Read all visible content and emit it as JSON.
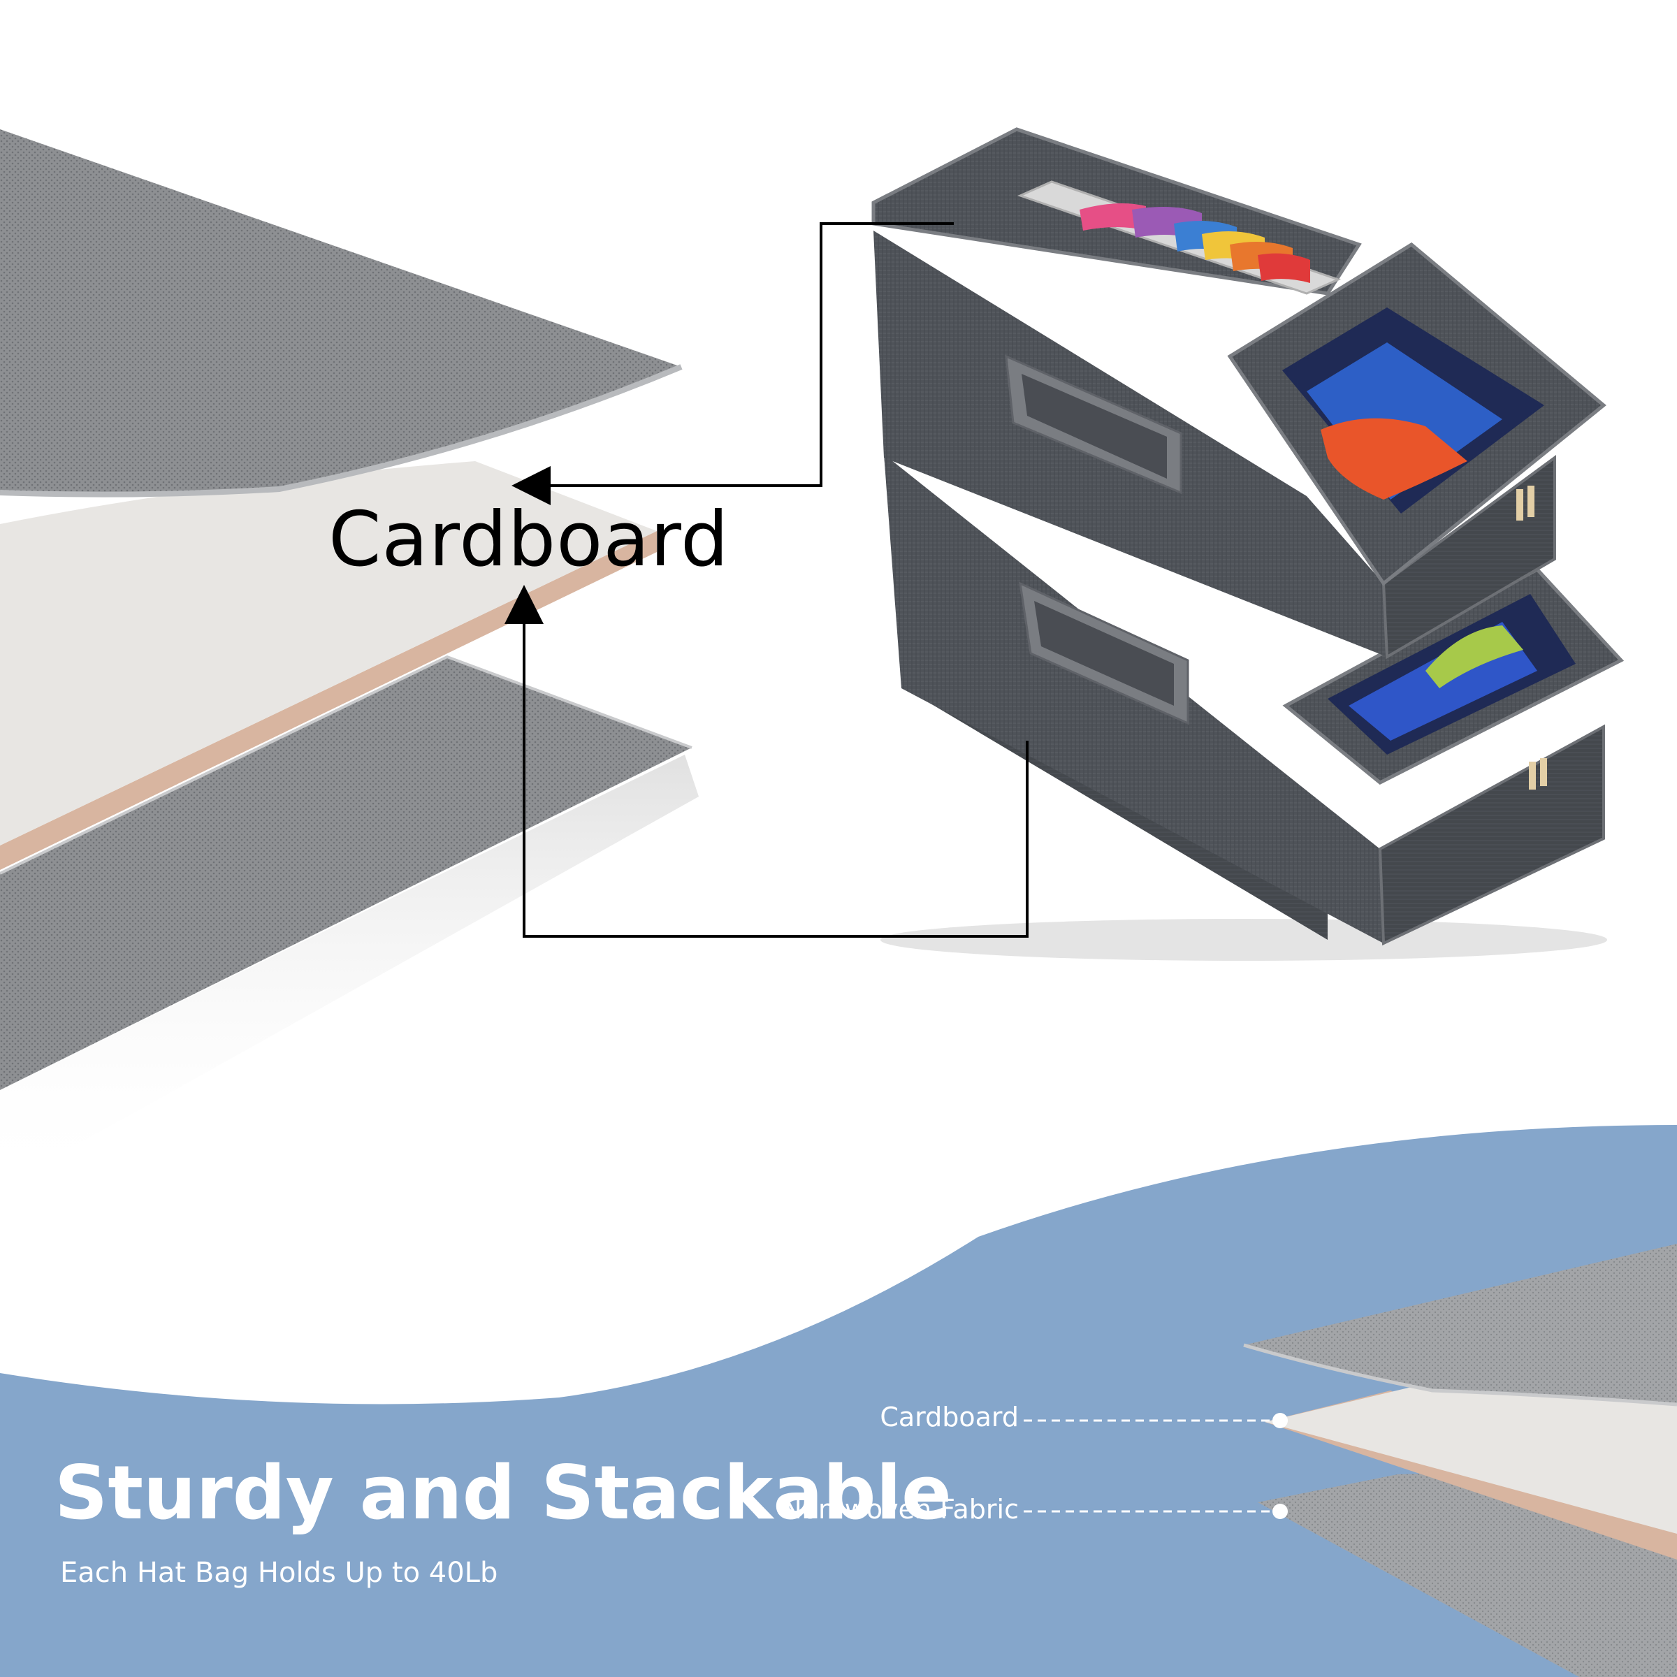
{
  "callout": {
    "label": "Cardboard"
  },
  "banner": {
    "title": "Sturdy and Stackable",
    "subtitle": "Each Hat Bag Holds Up to 40Lb"
  },
  "legend": {
    "items": [
      {
        "label": "Cardboard"
      },
      {
        "label": "Non-woven Fabric"
      }
    ]
  },
  "colors": {
    "banner_blue": "#85a6cb",
    "box_gray": "#4d5157",
    "fabric_gray": "#8e9093",
    "cardboard_face": "#e8e6e3",
    "cardboard_edge": "#d8b5a0"
  }
}
